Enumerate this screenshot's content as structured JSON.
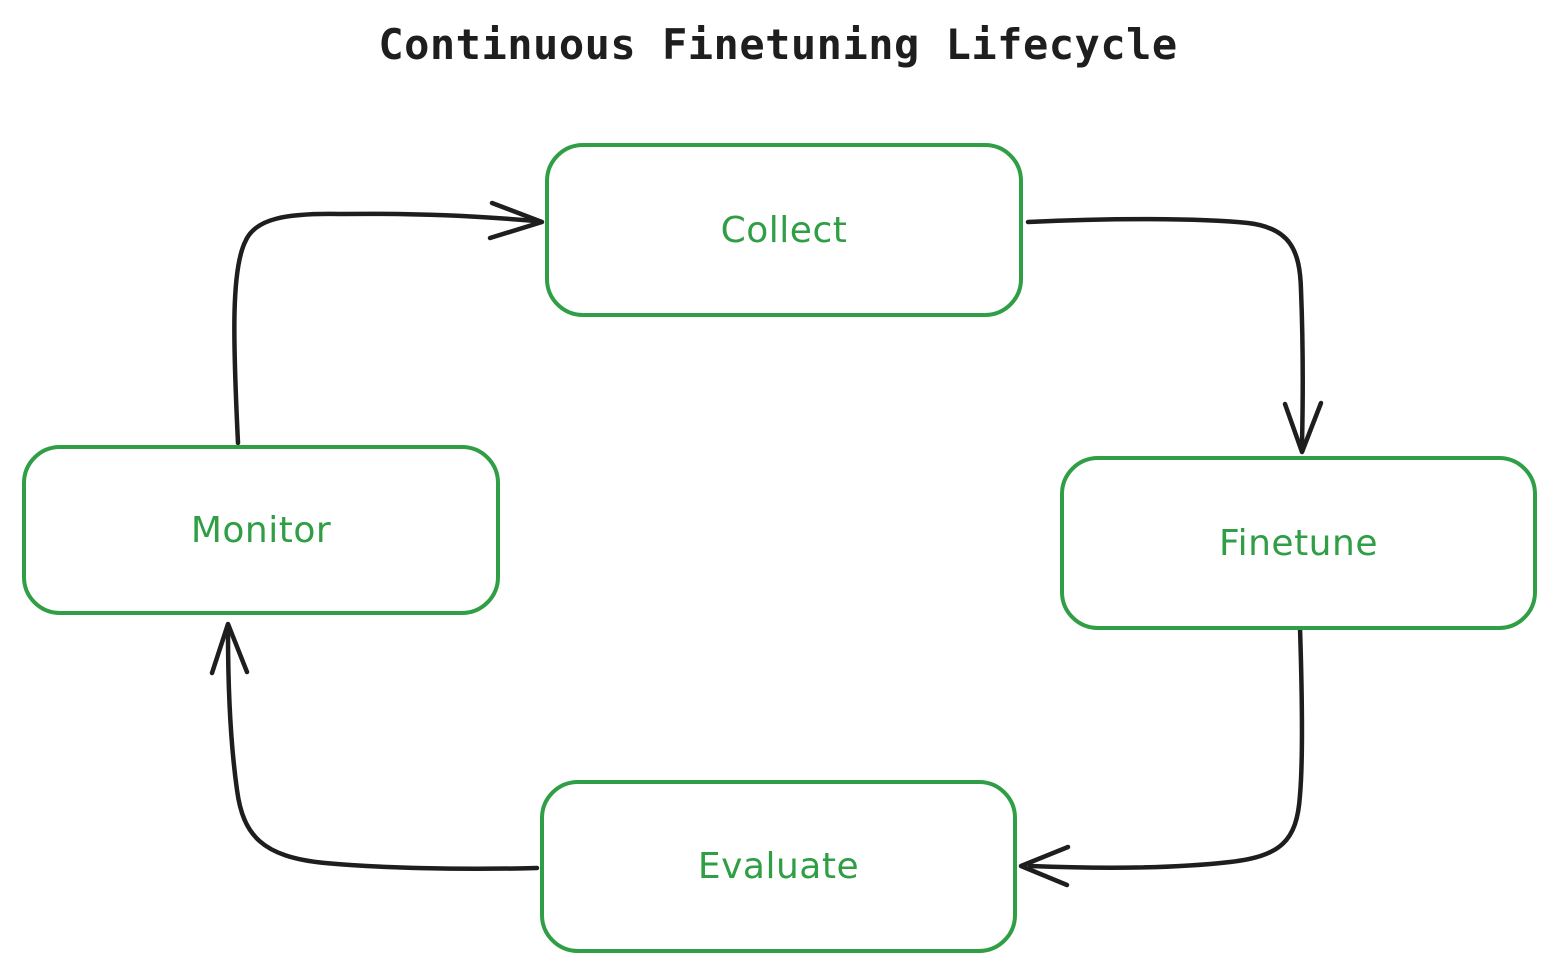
{
  "title": "Continuous Finetuning Lifecycle",
  "colors": {
    "accent_green": "#2f9e44",
    "arrow_black": "#1e1e1e",
    "background": "#ffffff"
  },
  "diagram": {
    "nodes": [
      {
        "id": "collect",
        "label": "Collect"
      },
      {
        "id": "finetune",
        "label": "Finetune"
      },
      {
        "id": "evaluate",
        "label": "Evaluate"
      },
      {
        "id": "monitor",
        "label": "Monitor"
      }
    ],
    "edges": [
      {
        "from": "monitor",
        "to": "collect"
      },
      {
        "from": "collect",
        "to": "finetune"
      },
      {
        "from": "finetune",
        "to": "evaluate"
      },
      {
        "from": "evaluate",
        "to": "monitor"
      }
    ]
  }
}
